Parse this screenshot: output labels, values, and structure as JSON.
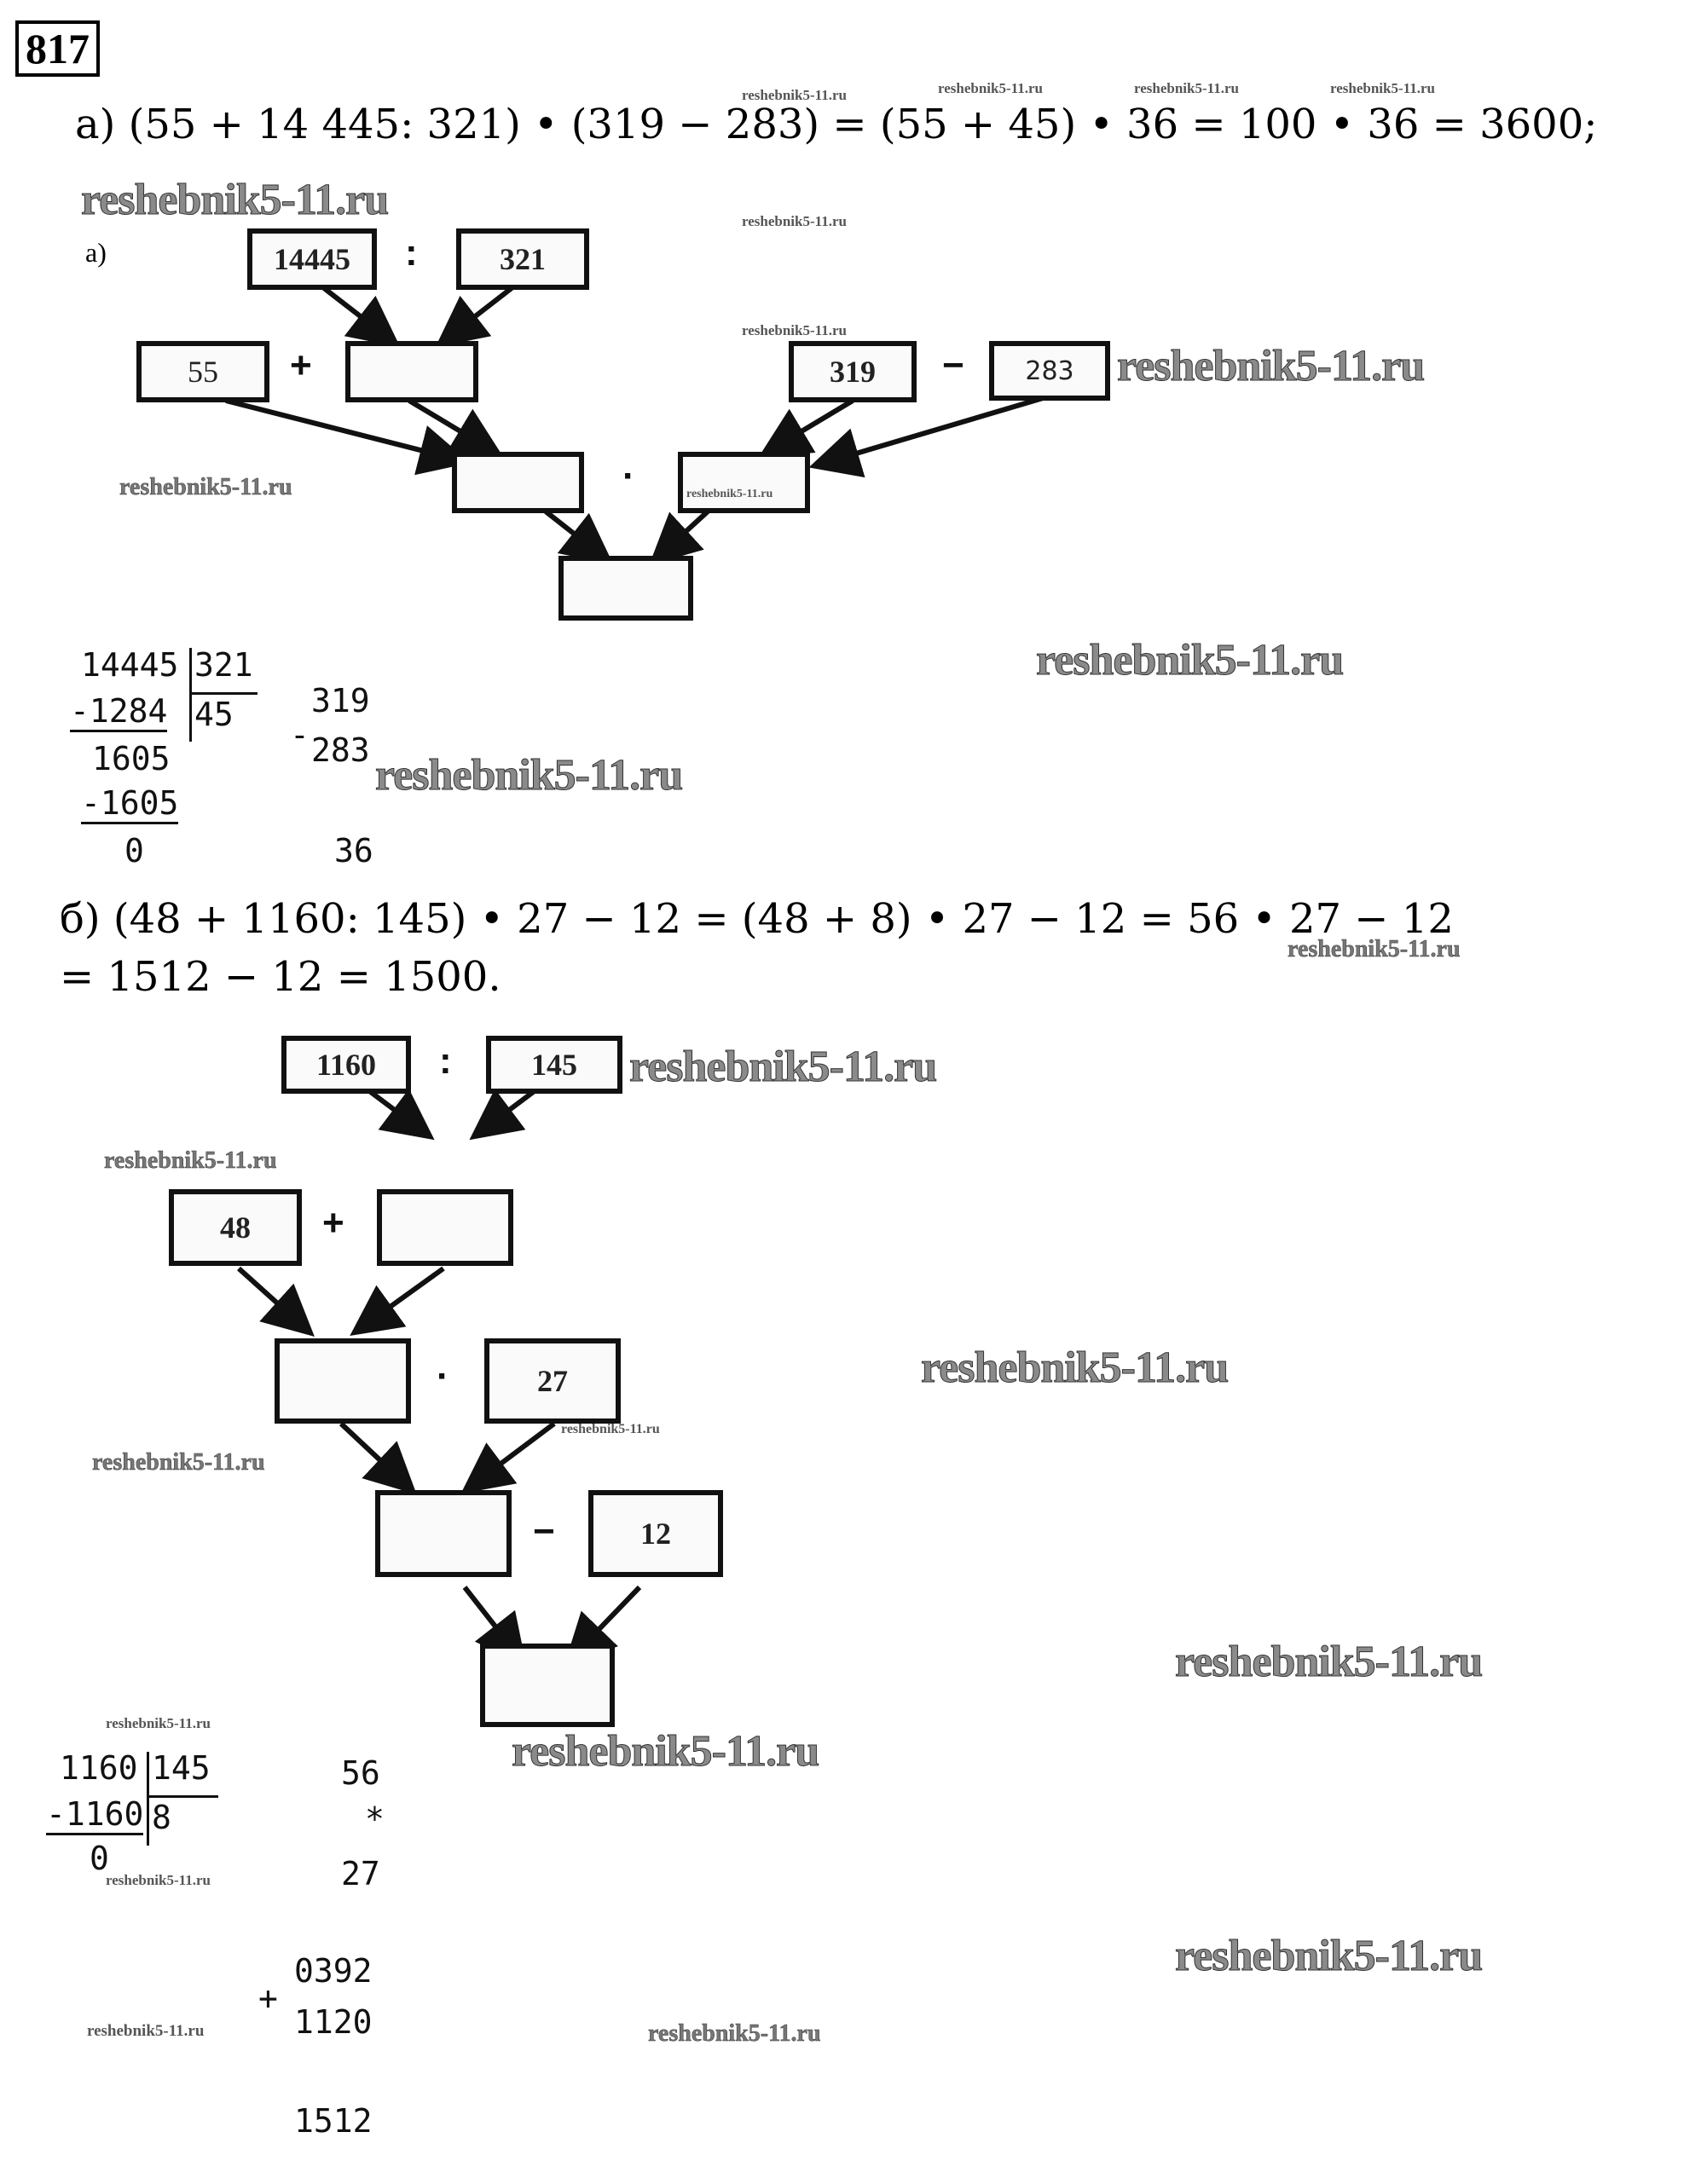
{
  "task_number": "817",
  "part_a": {
    "equation": "а) (55 + 14 445: 321) • (319 − 283) = (55 + 45) • 36 = 100 • 36 = 3600;",
    "diagram_label": "а)",
    "diagram": {
      "box_14445": "14445",
      "op_div": ":",
      "box_321": "321",
      "box_55": "55",
      "op_plus": "+",
      "box_sum": "",
      "box_319": "319",
      "op_minus": "−",
      "box_283": "283",
      "box_left_result": "",
      "op_mul": "·",
      "box_right_result": "",
      "box_final": ""
    },
    "division": {
      "dividend": "14445",
      "divisor": "321",
      "quotient": "45",
      "step1": "-1284",
      "remainder1": "1605",
      "step2": "-1605",
      "remainder_final": "0"
    },
    "subtraction": {
      "sign": "-",
      "minuend": "319",
      "subtrahend": "283",
      "result": "36"
    }
  },
  "part_b": {
    "equation_line1": "б) (48 + 1160: 145) • 27 − 12 = (48 + 8) • 27 − 12 = 56 • 27 − 12",
    "equation_line2": "= 1512 − 12 = 1500.",
    "diagram": {
      "box_1160": "1160",
      "op_div": ":",
      "box_145": "145",
      "box_48": "48",
      "op_plus": "+",
      "box_sum": "",
      "box_product": "",
      "op_mul": "·",
      "box_27": "27",
      "box_diff": "",
      "op_minus": "−",
      "box_12": "12",
      "box_final": ""
    },
    "division": {
      "dividend": "1160",
      "divisor": "145",
      "quotient": "8",
      "step1": "-1160",
      "remainder_final": "0"
    },
    "multiplication": {
      "a": "56",
      "sign": "*",
      "b": "27",
      "partial1": "0392",
      "plus": "+",
      "partial2": "1120",
      "result": "1512"
    }
  },
  "watermark": "reshebnik5-11.ru"
}
